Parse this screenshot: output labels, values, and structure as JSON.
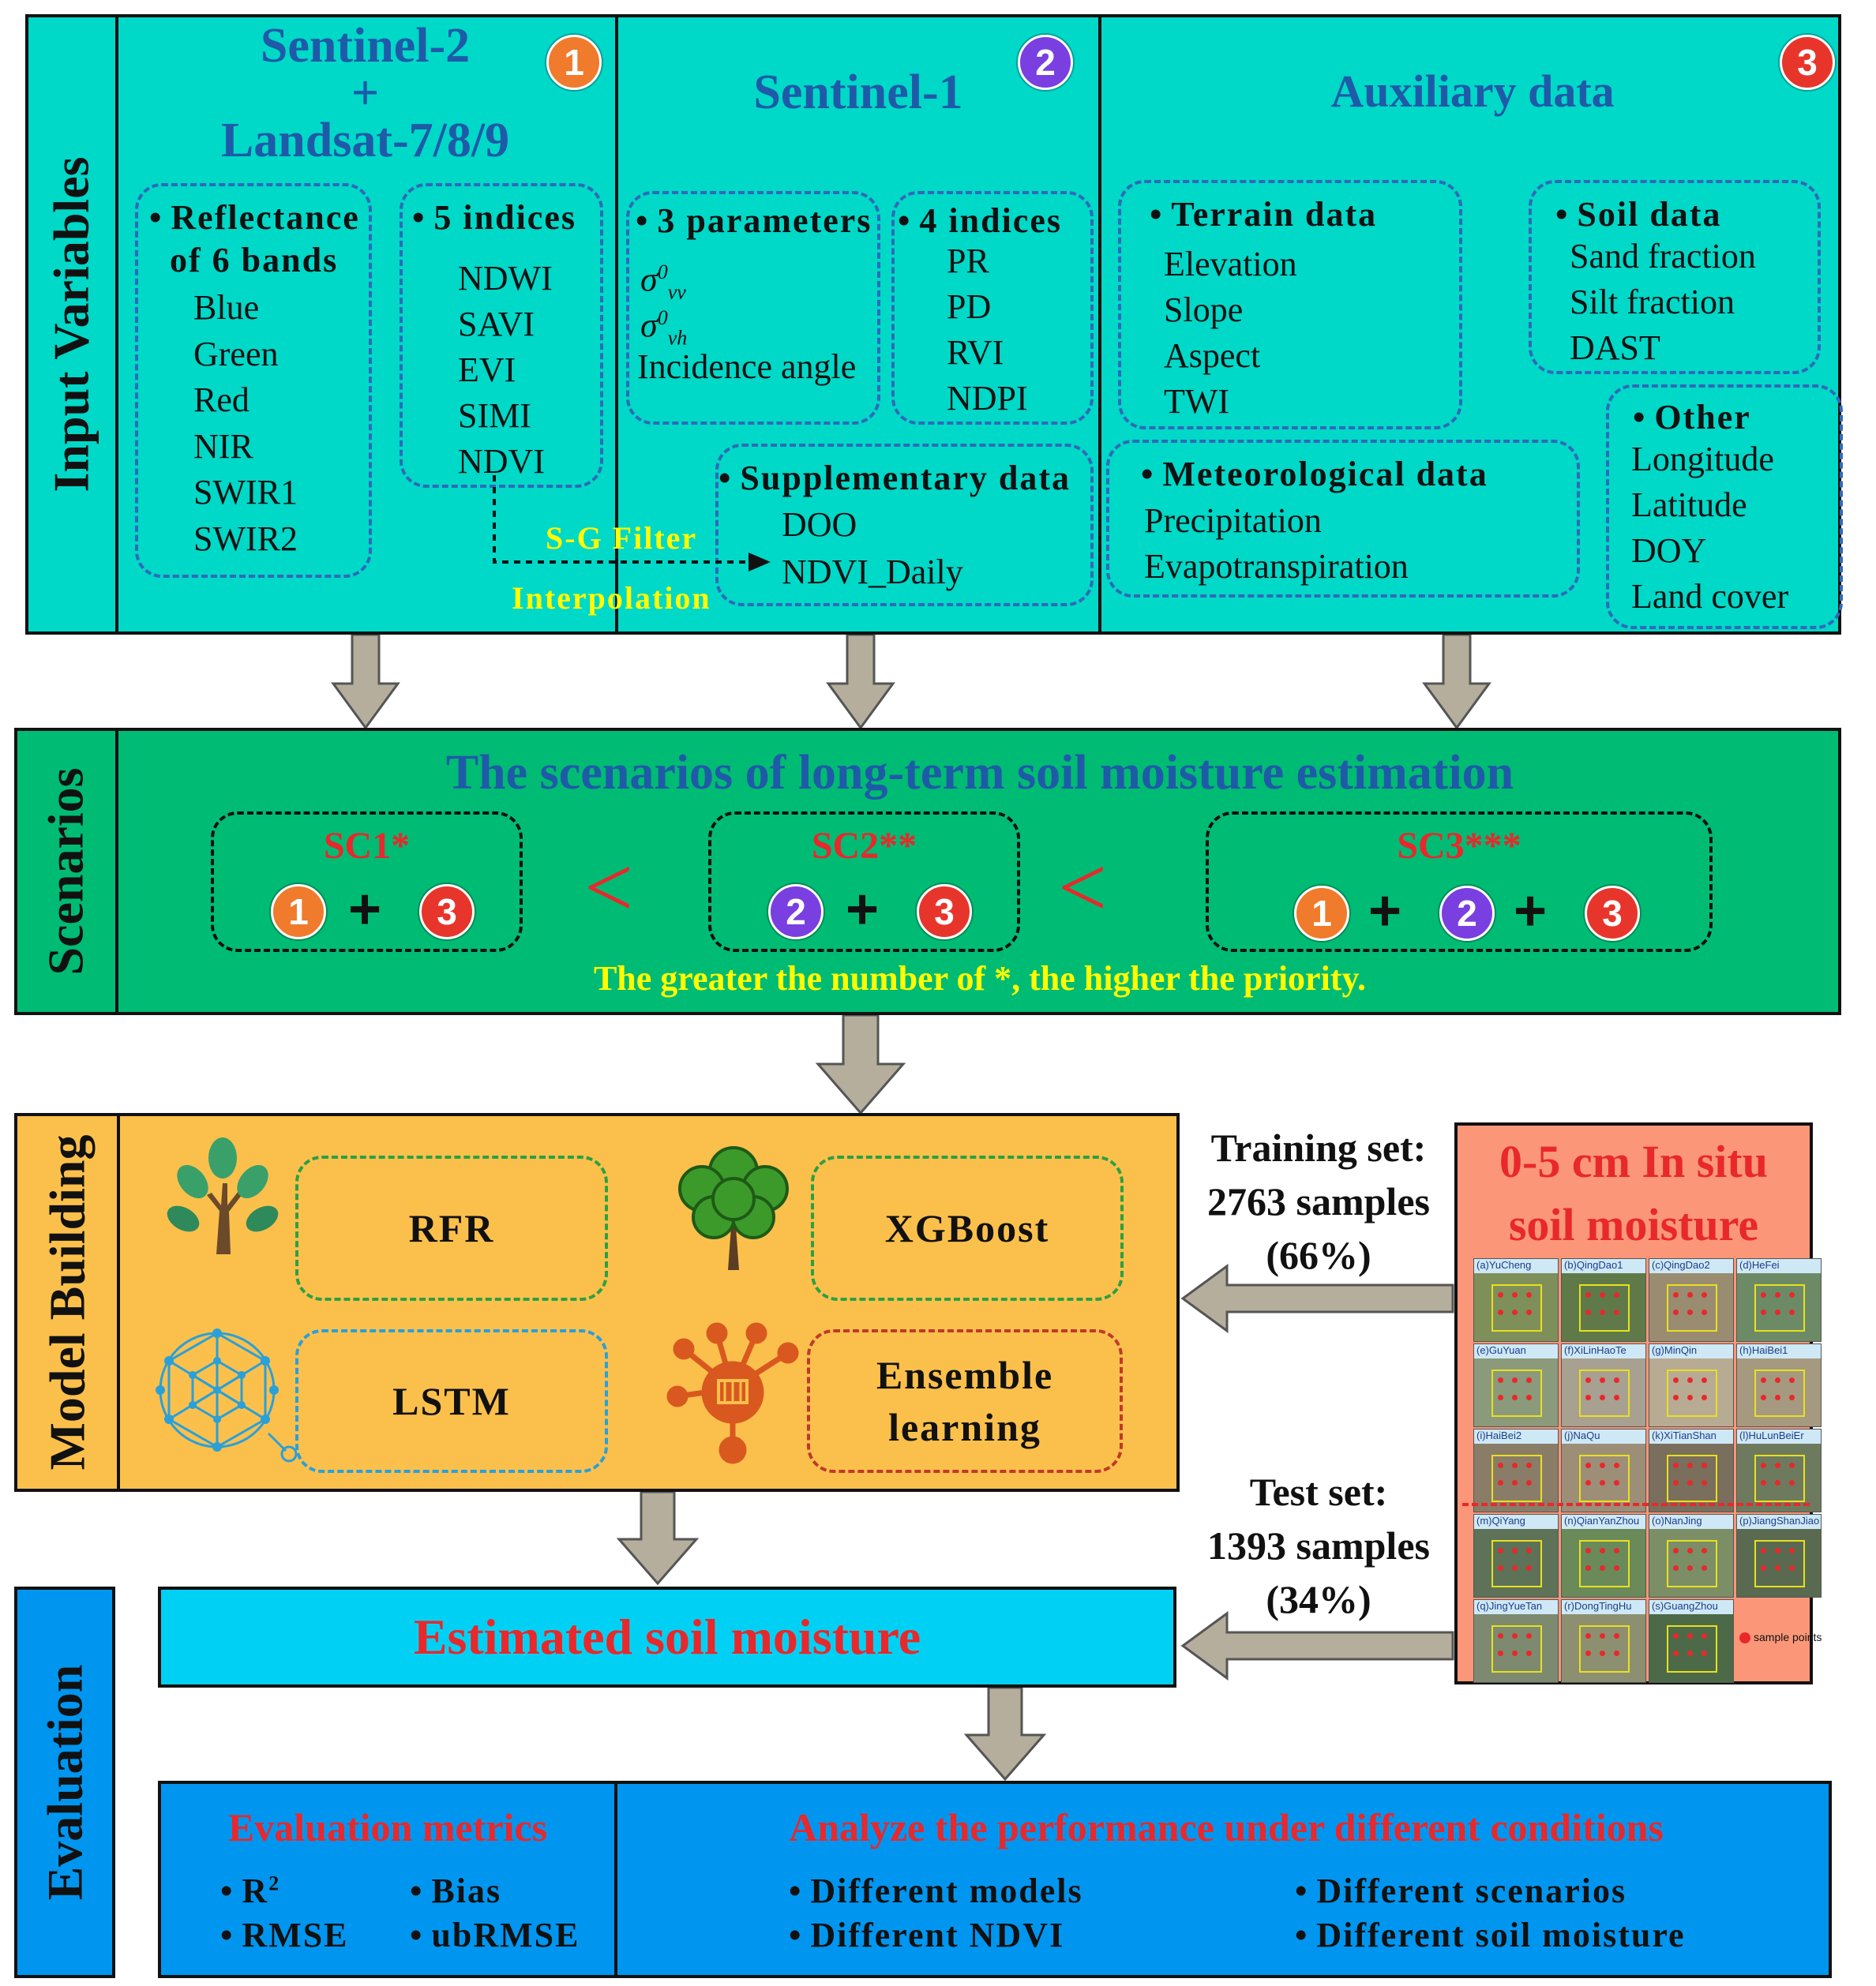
{
  "input_variables": {
    "section_title": "Input Variables",
    "col1": {
      "title_line1": "Sentinel-2",
      "title_line2": "+",
      "title_line3": "Landsat-7/8/9",
      "badge": "1",
      "box_a": {
        "title_line1": "Reflectance",
        "title_line2": "of 6 bands",
        "items": [
          "Blue",
          "Green",
          "Red",
          "NIR",
          "SWIR1",
          "SWIR2"
        ]
      },
      "box_b": {
        "title": "5 indices",
        "items": [
          "NDWI",
          "SAVI",
          "EVI",
          "SIMI",
          "NDVI"
        ]
      }
    },
    "col2": {
      "title": "Sentinel-1",
      "badge": "2",
      "box_a": {
        "title": "3 parameters",
        "sigma": "σ",
        "sup": "0",
        "sub_vv": "vv",
        "sub_vh": "vh",
        "item3": "Incidence angle"
      },
      "box_b": {
        "title": "4 indices",
        "items": [
          "PR",
          "PD",
          "RVI",
          "NDPI"
        ]
      },
      "box_c": {
        "title": "Supplementary data",
        "items": [
          "DOO",
          "NDVI_Daily"
        ]
      },
      "sg_filter": "S-G Filter",
      "interpolation": "Interpolation"
    },
    "col3": {
      "title": "Auxiliary data",
      "badge": "3",
      "terrain": {
        "title": "Terrain data",
        "items": [
          "Elevation",
          "Slope",
          "Aspect",
          "TWI"
        ]
      },
      "soil": {
        "title": "Soil data",
        "items": [
          "Sand fraction",
          "Silt fraction",
          "DAST"
        ]
      },
      "meteo": {
        "title": "Meteorological data",
        "items": [
          "Precipitation",
          "Evapotranspiration"
        ]
      },
      "other": {
        "title": "Other",
        "items": [
          "Longitude",
          "Latitude",
          "DOY",
          "Land cover"
        ]
      }
    }
  },
  "scenarios": {
    "section_title": "Scenarios",
    "heading": "The scenarios of long-term soil moisture estimation",
    "sc1": {
      "label": "SC1*",
      "badges": [
        "1",
        "3"
      ]
    },
    "sc2": {
      "label": "SC2**",
      "badges": [
        "2",
        "3"
      ]
    },
    "sc3": {
      "label": "SC3***",
      "badges": [
        "1",
        "2",
        "3"
      ]
    },
    "less_than": "<",
    "plus": "+",
    "note": "The greater the number of *, the higher the priority."
  },
  "model_building": {
    "section_title": "Model Building",
    "models": [
      {
        "name": "RFR",
        "icon": "tree-icon"
      },
      {
        "name": "XGBoost",
        "icon": "broadleaf-tree-icon"
      },
      {
        "name": "LSTM",
        "icon": "network-sphere-icon"
      },
      {
        "name_line1": "Ensemble",
        "name_line2": "learning",
        "icon": "ensemble-node-icon"
      }
    ]
  },
  "insitu": {
    "title_line1": "0-5 cm In situ",
    "title_line2": "soil moisture",
    "training_line1": "Training set:",
    "training_line2": "2763 samples",
    "training_line3": "(66%)",
    "test_line1": "Test set:",
    "test_line2": "1393 samples",
    "test_line3": "(34%)",
    "sites": [
      "(a)YuCheng",
      "(b)QingDao1",
      "(c)QingDao2",
      "(d)HeFei",
      "(e)GuYuan",
      "(f)XiLinHaoTe",
      "(g)MinQin",
      "(h)HaiBei1",
      "(i)HaiBei2",
      "(j)NaQu",
      "(k)XiTianShan",
      "(l)HuLunBeiEr",
      "(m)QiYang",
      "(n)QianYanZhou",
      "(o)NanJing",
      "(p)JiangShanJiao",
      "(q)JingYueTan",
      "(r)DongTingHu",
      "(s)GuangZhou"
    ],
    "legend": "sample points"
  },
  "evaluation": {
    "section_title": "Evaluation",
    "estimated": "Estimated soil moisture",
    "metrics_title": "Evaluation metrics",
    "metrics": {
      "r2_base": "R",
      "r2_sup": "2",
      "rmse": "RMSE",
      "bias": "Bias",
      "ubrmse": "ubRMSE"
    },
    "analyze_title": "Analyze the performance under different conditions",
    "conditions": [
      "Different models",
      "Different NDVI",
      "Different scenarios",
      "Different soil moisture"
    ]
  },
  "colors": {
    "input_bg": "#00d8c8",
    "scenario_bg": "#00bb74",
    "model_bg": "#fbc04c",
    "insitu_bg": "#fb9778",
    "estimated_bg": "#00d1f4",
    "eval_bg": "#0096f0",
    "title_blue": "#1f5aa8",
    "red": "#e8282b",
    "yellow": "#ffff00",
    "arrow_gray": "#b5ae9c"
  }
}
